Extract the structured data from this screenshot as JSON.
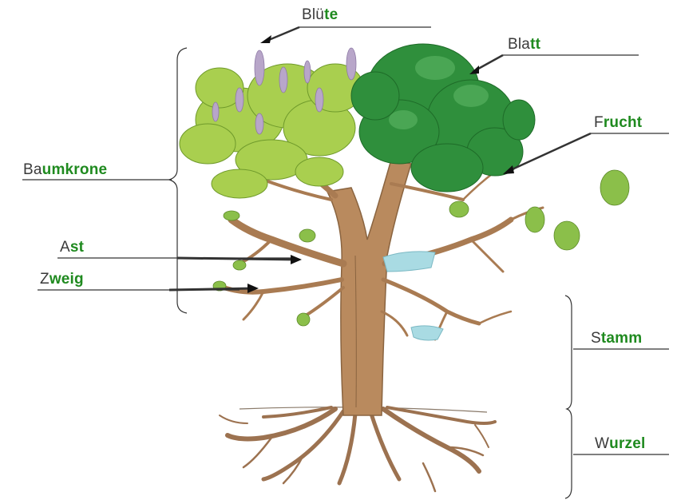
{
  "colors": {
    "prefix": "#3a3a3a",
    "highlight": "#1f8a1f",
    "line": "#333333",
    "trunk": "#b98a5e",
    "root": "#9c7250",
    "leaf_light": "#a9cf4f",
    "leaf_dark": "#2f8f3c",
    "blossom": "#b8a6c9",
    "pond": "#a9dbe3"
  },
  "labels": {
    "bluete": {
      "pre": "Blü",
      "hl": "te"
    },
    "blatt": {
      "pre": "Bla",
      "hl": "tt"
    },
    "frucht": {
      "pre": "F",
      "hl": "rucht"
    },
    "baumkrone": {
      "pre": "Ba",
      "hl": "umkrone"
    },
    "ast": {
      "pre": "A",
      "hl": "st"
    },
    "zweig": {
      "pre": "Z",
      "hl": "weig"
    },
    "stamm": {
      "pre": "S",
      "hl": "tamm"
    },
    "wurzel": {
      "pre": "W",
      "hl": "urzel"
    }
  }
}
